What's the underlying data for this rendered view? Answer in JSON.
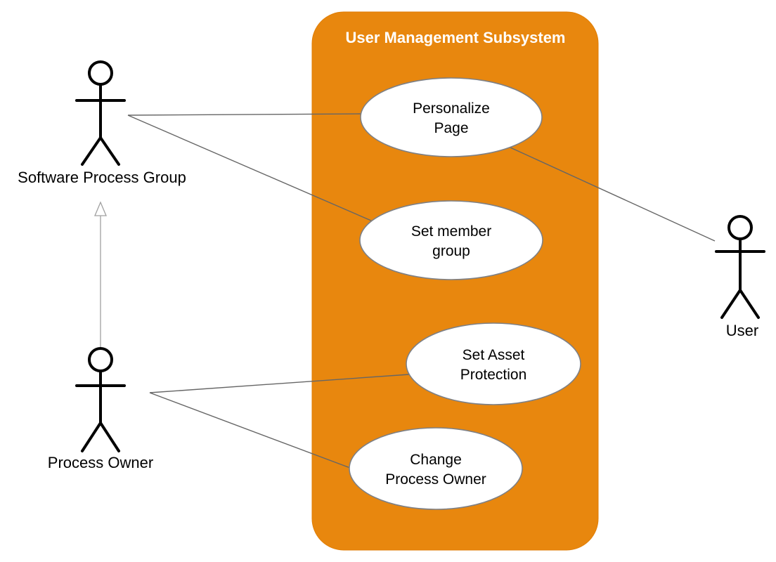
{
  "diagram": {
    "title": "User Management Subsystem",
    "colors": {
      "background": "#FFFFFF",
      "subsystem_fill": "#E8870E",
      "subsystem_border": "#E07E06",
      "title_text": "#FFFFFF",
      "usecase_fill": "#FFFFFF",
      "usecase_border": "#7E8085",
      "association_line": "#666666",
      "generalization_line": "#A0A0A0",
      "actor_stroke": "#000000",
      "label_text": "#000000"
    },
    "actors": [
      {
        "name": "Software Process Group"
      },
      {
        "name": "Process Owner"
      },
      {
        "name": "User"
      }
    ],
    "use_cases": [
      {
        "line1": "Personalize",
        "line2": "Page"
      },
      {
        "line1": "Set member",
        "line2": "group"
      },
      {
        "line1": "Set Asset",
        "line2": "Protection"
      },
      {
        "line1": "Change",
        "line2": "Process Owner"
      }
    ],
    "relationships": [
      {
        "type": "association",
        "from": "Software Process Group",
        "to": "Personalize Page"
      },
      {
        "type": "association",
        "from": "Software Process Group",
        "to": "Set member group"
      },
      {
        "type": "association",
        "from": "User",
        "to": "Personalize Page"
      },
      {
        "type": "association",
        "from": "Process Owner",
        "to": "Set Asset Protection"
      },
      {
        "type": "association",
        "from": "Process Owner",
        "to": "Change Process Owner"
      },
      {
        "type": "generalization",
        "from": "Process Owner",
        "to": "Software Process Group"
      }
    ]
  }
}
